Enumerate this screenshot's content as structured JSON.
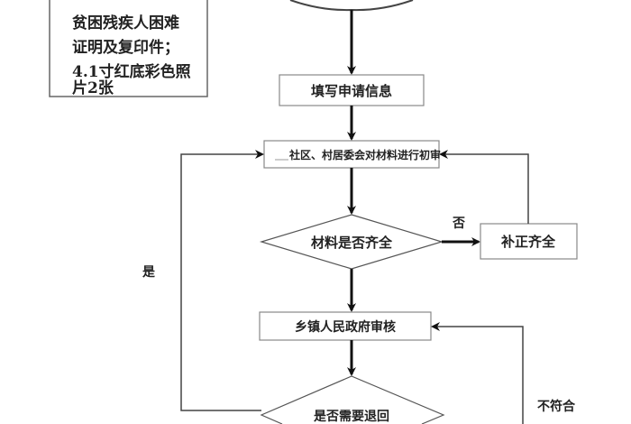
{
  "requirements_box": {
    "lines": [
      "贫困残疾人困难",
      "证明及复印件；",
      "4.1寸红底彩色照",
      "片2张"
    ]
  },
  "nodes": {
    "fill_info": "填写申请信息",
    "community_review": "社区、村居委会对材料进行初审",
    "materials_complete": "材料是否齐全",
    "supplement": "补正齐全",
    "township_review": "乡镇人民政府审核",
    "need_return": "是否需要退回"
  },
  "edge_labels": {
    "no": "否",
    "yes": "是",
    "not_compliant": "不符合"
  },
  "colors": {
    "stroke": "#555555",
    "arrow": "#111111",
    "text": "#222222"
  }
}
